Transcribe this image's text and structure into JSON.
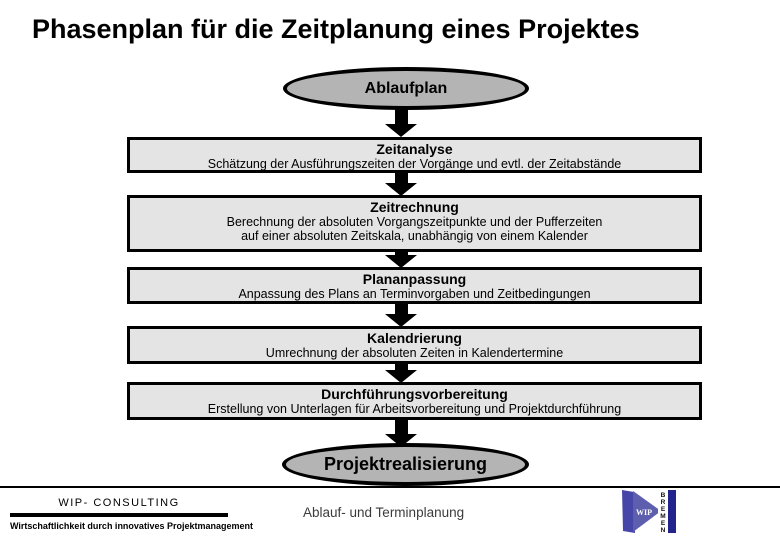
{
  "slide": {
    "title": "Phasenplan für die Zeitplanung eines Projektes"
  },
  "flow": {
    "start_label": "Ablaufplan",
    "end_label": "Projektrealisierung",
    "steps": [
      {
        "title": "Zeitanalyse",
        "lines": [
          "Schätzung der Ausführungszeiten der Vorgänge und evtl. der Zeitabstände"
        ]
      },
      {
        "title": "Zeitrechnung",
        "lines": [
          "Berechnung der absoluten Vorgangszeitpunkte und der Pufferzeiten",
          "auf einer absoluten Zeitskala, unabhängig von einem Kalender"
        ]
      },
      {
        "title": "Plananpassung",
        "lines": [
          "Anpassung des Plans an Terminvorgaben und Zeitbedingungen"
        ]
      },
      {
        "title": "Kalendrierung",
        "lines": [
          "Umrechnung der absoluten Zeiten in Kalendertermine"
        ]
      },
      {
        "title": "Durchführungsvorbereitung",
        "lines": [
          "Erstellung von Unterlagen für Arbeitsvorbereitung und Projektdurchführung"
        ]
      }
    ]
  },
  "footer": {
    "company": "WIP- CONSULTING",
    "tagline": "Wirtschaftlichkeit durch innovatives Projektmanagement",
    "caption": "Ablauf- und Terminplanung",
    "logo": {
      "wip": "WIP",
      "bremen_letters": [
        "B",
        "R",
        "E",
        "M",
        "E",
        "N"
      ]
    }
  },
  "colors": {
    "ellipse_fill": "#b4b4b4",
    "box_fill": "#e4e4e4",
    "outline": "#000000",
    "logo_left_band": "#4646a8",
    "logo_triangle": "#5e5eae",
    "logo_right_band": "#23238e"
  }
}
